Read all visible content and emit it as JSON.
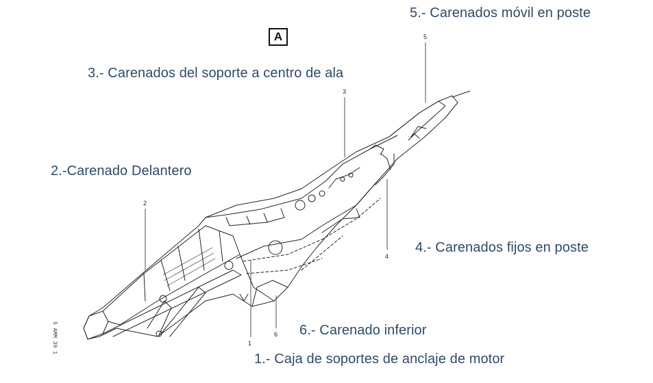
{
  "view_marker": "A",
  "labels": {
    "l1": "1.- Caja de soportes de anclaje de motor",
    "l2": "2.-Carenado Delantero",
    "l3": "3.- Carenados del soporte a centro de ala",
    "l4": "4.- Carenados fijos en poste",
    "l5": "5.- Carenados móvil en poste",
    "l6": "6.- Carenado inferior"
  },
  "callouts": {
    "n1": "1",
    "n2": "2",
    "n3": "3",
    "n4": "4",
    "n5": "5",
    "n6": "6"
  },
  "side_code": "5 AMM 39 1"
}
